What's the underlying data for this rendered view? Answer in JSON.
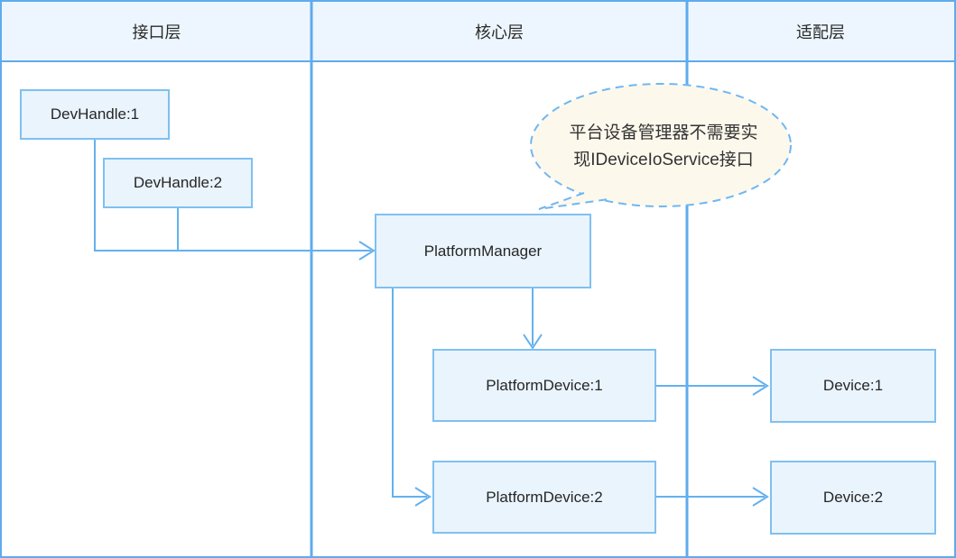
{
  "layers": [
    {
      "label": "接口层"
    },
    {
      "label": "核心层"
    },
    {
      "label": "适配层"
    }
  ],
  "nodes": {
    "devhandle1": {
      "label": "DevHandle:1"
    },
    "devhandle2": {
      "label": "DevHandle:2"
    },
    "platform_manager": {
      "label": "PlatformManager"
    },
    "platform_device1": {
      "label": "PlatformDevice:1"
    },
    "platform_device2": {
      "label": "PlatformDevice:2"
    },
    "device1": {
      "label": "Device:1"
    },
    "device2": {
      "label": "Device:2"
    }
  },
  "callout": {
    "line1": "平台设备管理器不需要实",
    "line2": "现IDeviceIoService接口"
  },
  "colors": {
    "frame_border": "#5fabec",
    "header_fill": "#edf6fe",
    "node_border": "#7fc0f0",
    "node_fill": "#eaf4fd",
    "connector": "#64b1ef",
    "callout_fill": "#fdf8ec",
    "callout_border": "#6fb7f2",
    "text": "#262626"
  }
}
